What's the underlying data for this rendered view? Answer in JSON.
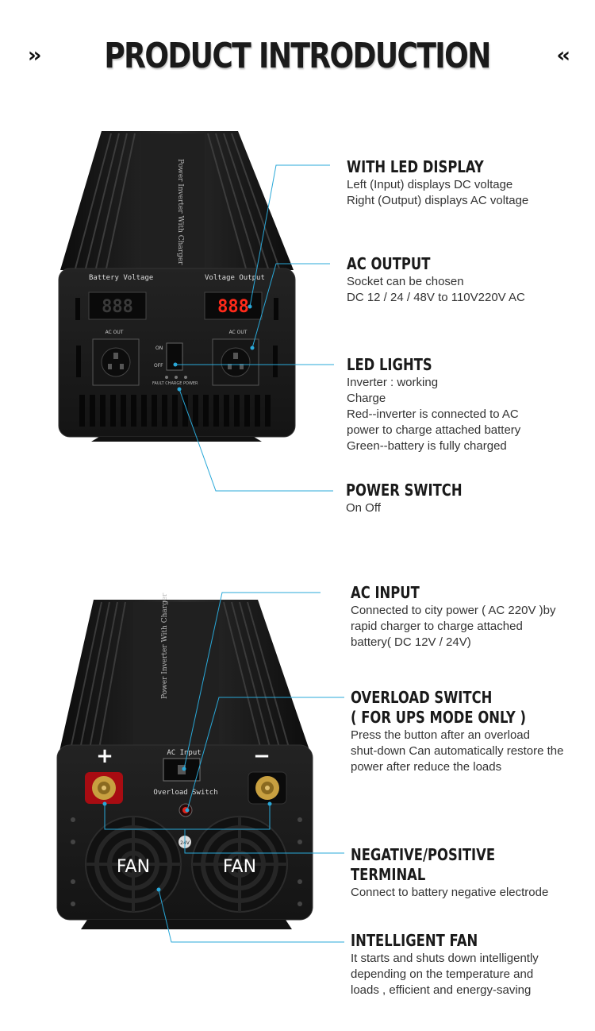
{
  "header": {
    "title": "PRODUCT INTRODUCTION",
    "left_chevron": "››",
    "right_chevron": "‹‹"
  },
  "device1": {
    "label_battery": "Battery Voltage",
    "label_output": "Voltage Output",
    "left_display": "888",
    "right_display": "888",
    "ac_out_left": "AC OUT",
    "ac_out_right": "AC OUT",
    "switch_on": "ON",
    "switch_off": "OFF",
    "led_labels": "FAULT  CHARGE  POWER",
    "top_print": "Power Inverter With Charger"
  },
  "device2": {
    "plus": "+",
    "minus": "−",
    "ac_input": "AC Input",
    "overload": "Overload Switch",
    "fan_left": "FAN",
    "fan_right": "FAN",
    "voltage_badge": "24V",
    "top_print": "Power Inverter With Charger"
  },
  "features": [
    {
      "heading": "WITH LED DISPLAY",
      "lines": [
        "Left (Input) displays DC voltage",
        "Right (Output) displays AC voltage"
      ]
    },
    {
      "heading": "AC OUTPUT",
      "lines": [
        "Socket can be chosen",
        "DC 12 / 24 / 48V to 110V220V AC"
      ]
    },
    {
      "heading": "LED LIGHTS",
      "lines": [
        "Inverter : working",
        "Charge",
        "Red--inverter is connected to AC",
        "power to charge attached battery",
        "Green--battery is fully charged"
      ]
    },
    {
      "heading": "POWER SWITCH",
      "lines": [
        "On Off"
      ]
    },
    {
      "heading": "AC INPUT",
      "lines": [
        "Connected to city power ( AC 220V )by",
        "rapid charger to charge attached",
        "battery( DC 12V / 24V)"
      ]
    },
    {
      "heading": "OVERLOAD SWITCH",
      "heading2": "( FOR UPS MODE ONLY )",
      "lines": [
        "Press the button after an overload",
        "shut-down Can automatically restore the",
        "power after reduce the loads"
      ]
    },
    {
      "heading": "NEGATIVE/POSITIVE",
      "heading2": "TERMINAL",
      "lines": [
        "Connect to battery negative electrode"
      ]
    },
    {
      "heading": "INTELLIGENT FAN",
      "lines": [
        "It starts and shuts down intelligently",
        "depending on the temperature and",
        "loads , efficient and energy-saving"
      ]
    }
  ],
  "colors": {
    "accent_line": "#29a8d8",
    "device_body": "#1c1c1c",
    "led_red": "#ff2a1a"
  }
}
